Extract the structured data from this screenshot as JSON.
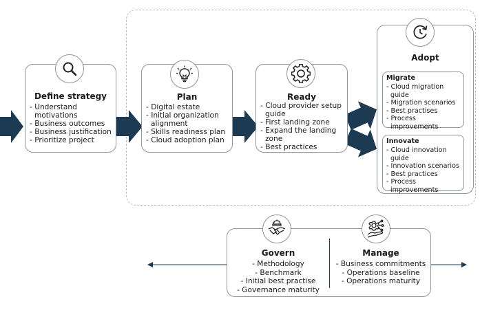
{
  "colors": {
    "arrow": "#1c3a52",
    "border": "#8e949b",
    "dashed": "#b8bcc2",
    "text": "#1a1a1a"
  },
  "stages": [
    {
      "key": "define",
      "title": "Define strategy",
      "icon": "magnifier-icon",
      "items": [
        "- Understand motivations",
        "- Business outcomes",
        "- Business justification",
        "- Prioritize project"
      ]
    },
    {
      "key": "plan",
      "title": "Plan",
      "icon": "lightbulb-icon",
      "items": [
        "- Digital estate",
        "- Initial organization alignment",
        "- Skills readiness plan",
        "- Cloud adoption plan"
      ]
    },
    {
      "key": "ready",
      "title": "Ready",
      "icon": "gear-icon",
      "items": [
        "- Cloud provider setup guide",
        "- First landing zone",
        "- Expand the landing zone",
        "- Best practices"
      ]
    }
  ],
  "adopt": {
    "title": "Adopt",
    "icon": "refresh-clock-icon",
    "migrate": {
      "title": "Migrate",
      "items": [
        "- Cloud migration guide",
        "- Migration scenarios",
        "- Best practises",
        "- Process improvements"
      ]
    },
    "innovate": {
      "title": "Innovate",
      "items": [
        "- Cloud innovation guide",
        "- Innovation scenarios",
        "- Best practices",
        "- Process improvements"
      ]
    }
  },
  "govern": {
    "title": "Govern",
    "icon": "handshake-icon",
    "items": [
      "- Methodology",
      "- Benchmark",
      "- Initial best practise",
      "- Governance maturity"
    ]
  },
  "manage": {
    "title": "Manage",
    "icon": "gear-hand-icon",
    "items": [
      "- Business commitments",
      "- Operations baseline",
      "- Operations maturity"
    ]
  }
}
